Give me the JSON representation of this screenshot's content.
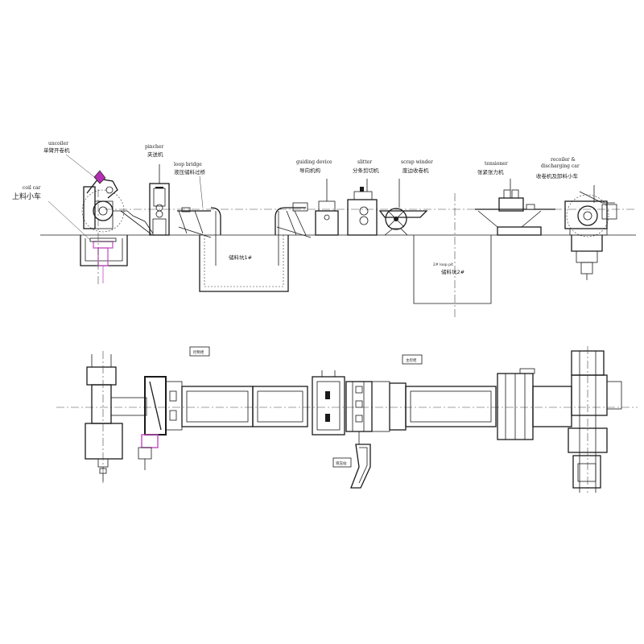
{
  "elevation": {
    "uncoiler": {
      "en": "uncoiler",
      "cn": "单臂开卷机"
    },
    "coil_car": {
      "en": "coil car",
      "cn": "上料小车"
    },
    "pincher": {
      "en": "pincher",
      "cn": "夹送机"
    },
    "loop_bridge": {
      "en": "loop bridge",
      "cn": "液压储料过桥"
    },
    "guiding_device": {
      "en": "guiding device",
      "cn": "导向机构"
    },
    "slitter": {
      "en": "slitter",
      "cn": "分条剪切机"
    },
    "scrap_winder": {
      "en": "scrap winder",
      "cn": "废边收卷机"
    },
    "tensioner": {
      "en": "tensioner",
      "cn": "张紧张力机"
    },
    "recoiler": {
      "en": "recoiler &",
      "en2": "discharging car",
      "cn": "收卷机及卸料小车"
    },
    "pit1": {
      "cn": "储料坑1#"
    },
    "pit2": {
      "en": "2# loop pit",
      "cn": "储料坑2#"
    }
  },
  "plan": {
    "tag_left": "控制柜",
    "tag_mid": "主控柜",
    "tag_bottom": "液压站"
  },
  "colors": {
    "line": "#1a1a1a",
    "uncoiler_accent": "#b12fb0",
    "cart_accent": "#c34ac4"
  }
}
